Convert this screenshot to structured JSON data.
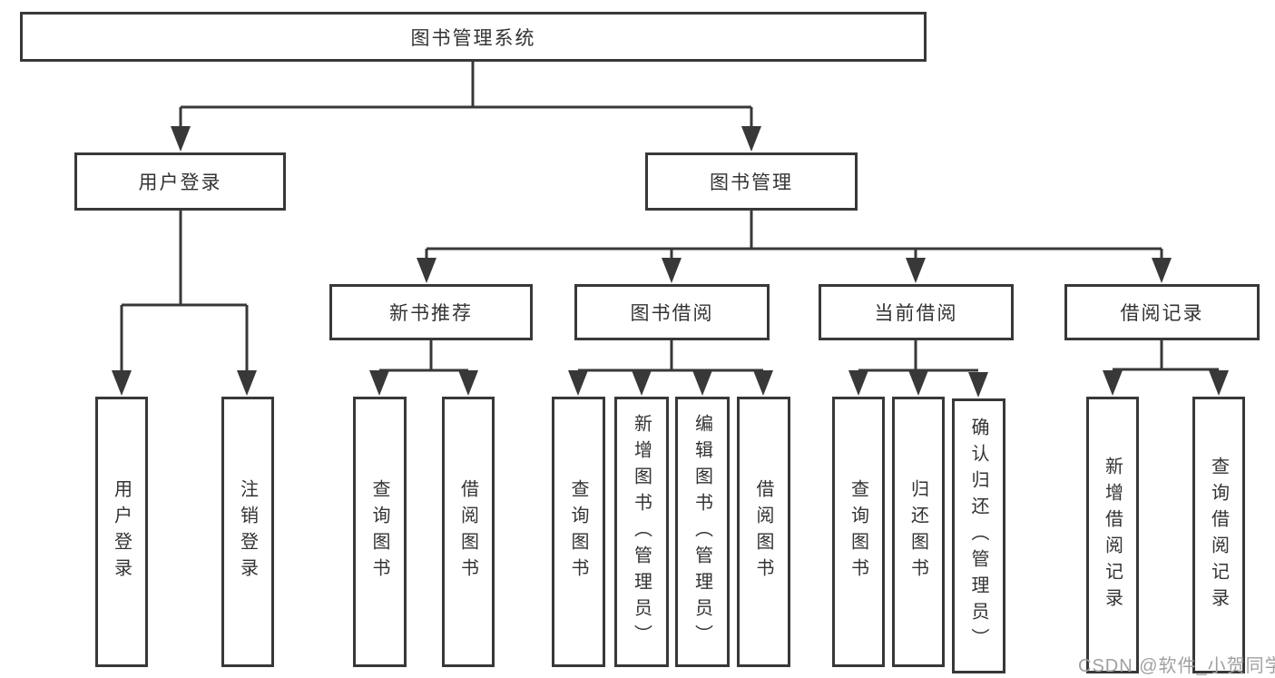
{
  "diagram": {
    "title": "图书管理系统",
    "branches": [
      {
        "label": "用户登录",
        "children": [
          {
            "label": "用户登录"
          },
          {
            "label": "注销登录"
          }
        ]
      },
      {
        "label": "图书管理",
        "children": [
          {
            "label": "新书推荐",
            "children": [
              {
                "label": "查询图书"
              },
              {
                "label": "借阅图书"
              }
            ]
          },
          {
            "label": "图书借阅",
            "children": [
              {
                "label": "查询图书"
              },
              {
                "label": "新增图书（管理员）"
              },
              {
                "label": "编辑图书（管理员）"
              },
              {
                "label": "借阅图书"
              }
            ]
          },
          {
            "label": "当前借阅",
            "children": [
              {
                "label": "查询图书"
              },
              {
                "label": "归还图书"
              },
              {
                "label": "确认归还（管理员）"
              }
            ]
          },
          {
            "label": "借阅记录",
            "children": [
              {
                "label": "新增借阅记录"
              },
              {
                "label": "查询借阅记录"
              }
            ]
          }
        ]
      }
    ]
  },
  "watermark": {
    "text": "CSDN @软件_小贺同学"
  },
  "style": {
    "line_color": "#383838",
    "text_color": "#333333",
    "background": "#ffffff",
    "watermark_color": "#a0a0a0"
  }
}
